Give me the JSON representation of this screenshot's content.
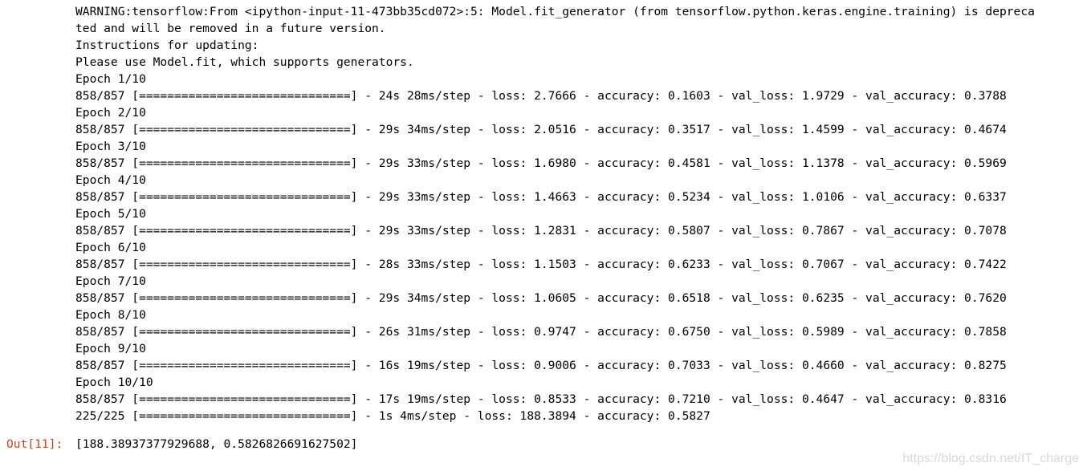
{
  "output_stream": {
    "lines": [
      "WARNING:tensorflow:From <ipython-input-11-473bb35cd072>:5: Model.fit_generator (from tensorflow.python.keras.engine.training) is depreca",
      "ted and will be removed in a future version.",
      "Instructions for updating:",
      "Please use Model.fit, which supports generators.",
      "Epoch 1/10",
      "858/857 [==============================] - 24s 28ms/step - loss: 2.7666 - accuracy: 0.1603 - val_loss: 1.9729 - val_accuracy: 0.3788",
      "Epoch 2/10",
      "858/857 [==============================] - 29s 34ms/step - loss: 2.0516 - accuracy: 0.3517 - val_loss: 1.4599 - val_accuracy: 0.4674",
      "Epoch 3/10",
      "858/857 [==============================] - 29s 33ms/step - loss: 1.6980 - accuracy: 0.4581 - val_loss: 1.1378 - val_accuracy: 0.5969",
      "Epoch 4/10",
      "858/857 [==============================] - 29s 33ms/step - loss: 1.4663 - accuracy: 0.5234 - val_loss: 1.0106 - val_accuracy: 0.6337",
      "Epoch 5/10",
      "858/857 [==============================] - 29s 33ms/step - loss: 1.2831 - accuracy: 0.5807 - val_loss: 0.7867 - val_accuracy: 0.7078",
      "Epoch 6/10",
      "858/857 [==============================] - 28s 33ms/step - loss: 1.1503 - accuracy: 0.6233 - val_loss: 0.7067 - val_accuracy: 0.7422",
      "Epoch 7/10",
      "858/857 [==============================] - 29s 34ms/step - loss: 1.0605 - accuracy: 0.6518 - val_loss: 0.6235 - val_accuracy: 0.7620",
      "Epoch 8/10",
      "858/857 [==============================] - 26s 31ms/step - loss: 0.9747 - accuracy: 0.6750 - val_loss: 0.5989 - val_accuracy: 0.7858",
      "Epoch 9/10",
      "858/857 [==============================] - 16s 19ms/step - loss: 0.9006 - accuracy: 0.7033 - val_loss: 0.4660 - val_accuracy: 0.8275",
      "Epoch 10/10",
      "858/857 [==============================] - 17s 19ms/step - loss: 0.8533 - accuracy: 0.7210 - val_loss: 0.4647 - val_accuracy: 0.8316",
      "225/225 [==============================] - 1s 4ms/step - loss: 188.3894 - accuracy: 0.5827"
    ]
  },
  "output_cell": {
    "prompt": "Out[11]:",
    "value": "[188.38937377929688, 0.5826826691627502]"
  },
  "watermark": {
    "text": "https://blog.csdn.net/IT_charge"
  },
  "colors": {
    "out_prompt": "#d84315",
    "text": "#000000",
    "background": "#ffffff",
    "watermark": "#d8d8d8"
  }
}
